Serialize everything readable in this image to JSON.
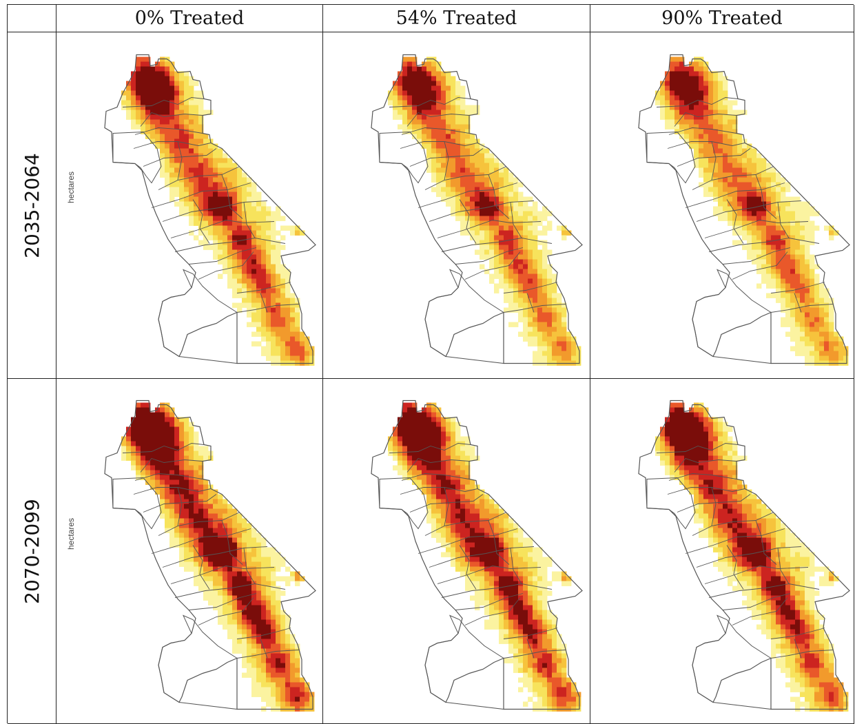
{
  "columns": [
    "0% Treated",
    "54% Treated",
    "90% Treated"
  ],
  "rows": [
    "2035-2064",
    "2070-2099"
  ],
  "unit_label": "hectares",
  "colors": {
    "scale": [
      "#fbf3a0",
      "#f7e35c",
      "#f6c33c",
      "#f29a2c",
      "#e9582a",
      "#cc2420",
      "#7a0d0a"
    ],
    "outline": "#555555"
  },
  "panels": [
    {
      "row": 0,
      "col": 0,
      "intensity": 0.62
    },
    {
      "row": 0,
      "col": 1,
      "intensity": 0.45
    },
    {
      "row": 0,
      "col": 2,
      "intensity": 0.4
    },
    {
      "row": 1,
      "col": 0,
      "intensity": 0.95
    },
    {
      "row": 1,
      "col": 1,
      "intensity": 0.85
    },
    {
      "row": 1,
      "col": 2,
      "intensity": 0.8
    }
  ]
}
